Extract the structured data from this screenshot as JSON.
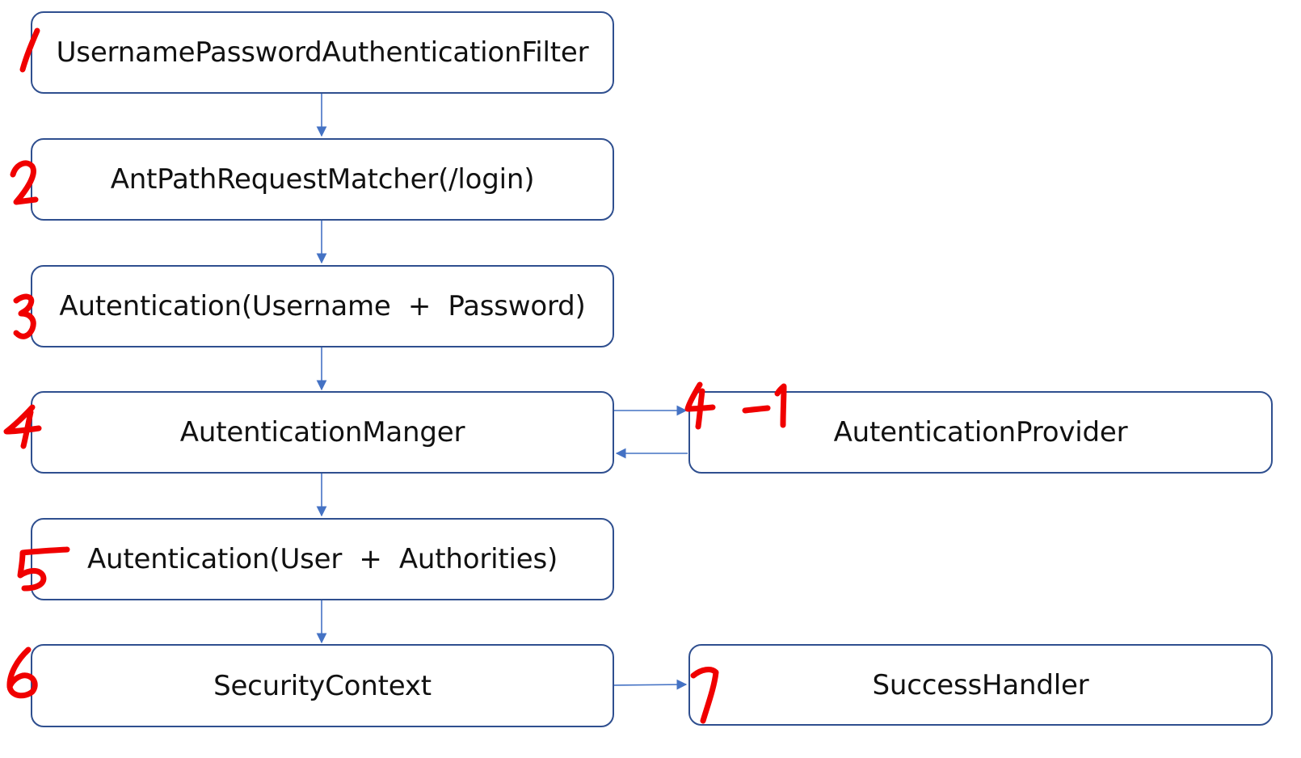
{
  "diagram": {
    "nodes": {
      "filter": "UsernamePasswordAuthenticationFilter",
      "matcher": "AntPathRequestMatcher(/login)",
      "auth_request": "Autentication(Username  +  Password)",
      "manager": "AutenticationManger",
      "provider": "AutenticationProvider",
      "auth_result": "Autentication(User  +  Authorities)",
      "context": "SecurityContext",
      "success": "SuccessHandler"
    },
    "edges": [
      {
        "from": "filter",
        "to": "matcher"
      },
      {
        "from": "matcher",
        "to": "auth_request"
      },
      {
        "from": "auth_request",
        "to": "manager"
      },
      {
        "from": "manager",
        "to": "provider"
      },
      {
        "from": "provider",
        "to": "manager"
      },
      {
        "from": "manager",
        "to": "auth_result"
      },
      {
        "from": "auth_result",
        "to": "context"
      },
      {
        "from": "context",
        "to": "success"
      }
    ],
    "colors": {
      "box_border": "#2f4f8f",
      "arrow": "#4472c4",
      "annotation": "#f00000"
    },
    "annotations": {
      "step_1": "1",
      "step_2": "2",
      "step_3": "3",
      "step_4": "4",
      "step_4_1": "4-1",
      "step_5": "5",
      "step_6": "6",
      "step_7": "7"
    }
  }
}
